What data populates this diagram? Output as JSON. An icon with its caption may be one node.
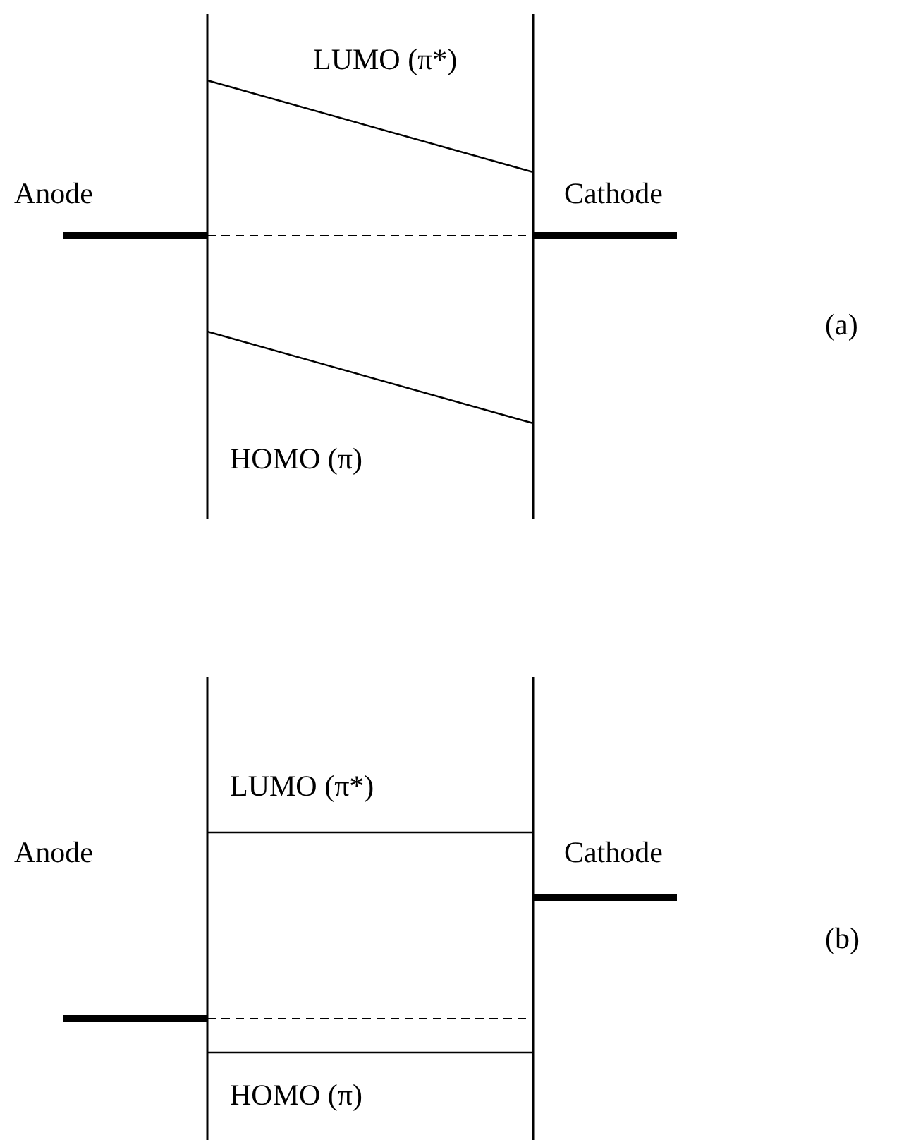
{
  "diagram": {
    "labels": [
      "LUMO (π*)",
      "Anode",
      "Cathode",
      "(a)",
      "HOMO (π)",
      "LUMO (π*)",
      "Anode",
      "Cathode",
      "(b)",
      "HOMO (π)"
    ]
  }
}
